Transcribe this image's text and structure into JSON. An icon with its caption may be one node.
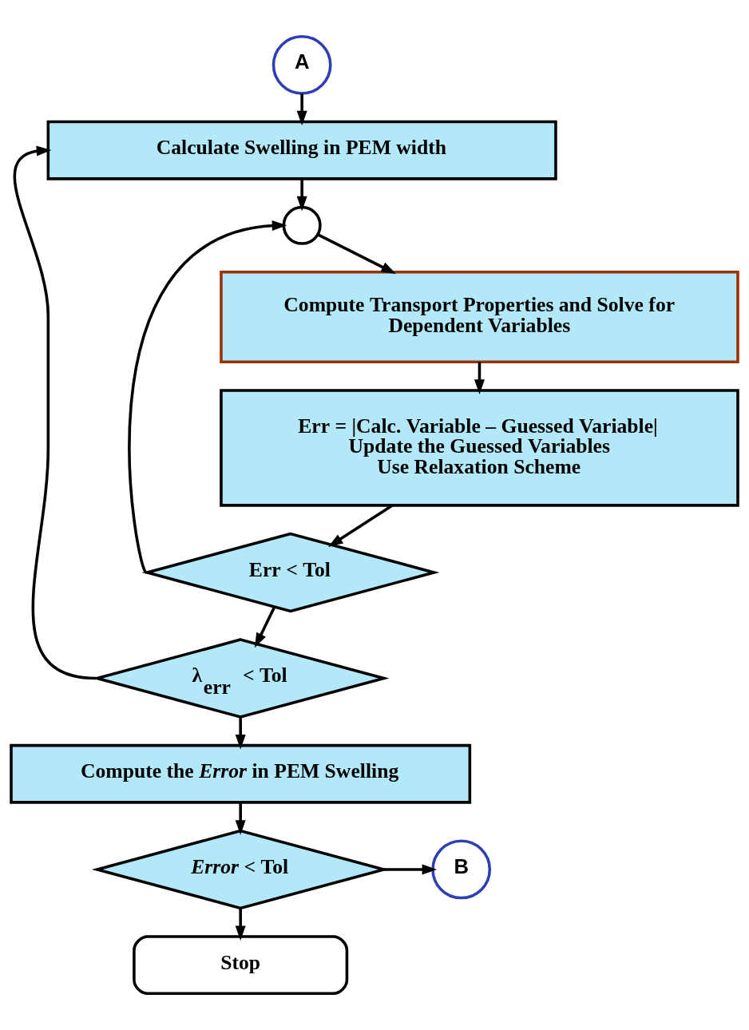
{
  "diagram": {
    "nodes": [
      {
        "text": [
          "A"
        ]
      },
      {
        "text": [
          "Calculate Swelling in PEM width"
        ]
      },
      {
        "text": [],
        "shape": "circle"
      },
      {
        "text": [
          "Compute Transport Properties and Solve for Dependent Variables"
        ]
      },
      {
        "text": [
          "Err = |Calc. Variable – Guessed Variable|",
          "Update the Guessed Variables",
          "Use Relaxation Scheme"
        ]
      },
      {
        "text": [
          "Err < Tol"
        ]
      },
      {
        "text": [
          "λ$_{err}$ < Tol"
        ]
      },
      {
        "text": [
          "Compute the *Error* in PEM Swelling"
        ]
      },
      {
        "text": [
          "*Error* < Tol"
        ]
      },
      {
        "text": [
          "B"
        ]
      },
      {
        "text": [
          "Stop"
        ]
      }
    ],
    "edges": [
      {
        "from": 0,
        "to": 1,
        "arrow": "to"
      },
      {
        "from": 1,
        "to": 2,
        "arrow": "to"
      },
      {
        "from": 2,
        "to": 3,
        "arrow": "to"
      },
      {
        "from": 3,
        "to": 4,
        "arrow": "to"
      },
      {
        "from": 4,
        "to": 5,
        "arrow": "to"
      },
      {
        "from": 5,
        "to": 2,
        "arrow": "to"
      },
      {
        "from": 5,
        "to": 6,
        "arrow": "to"
      },
      {
        "from": 6,
        "to": 1,
        "arrow": "to"
      },
      {
        "from": 6,
        "to": 7,
        "arrow": "to"
      },
      {
        "from": 7,
        "to": 8,
        "arrow": "to"
      },
      {
        "from": 8,
        "to": 9,
        "arrow": "to"
      },
      {
        "from": 8,
        "to": 10,
        "arrow": "to"
      }
    ]
  }
}
